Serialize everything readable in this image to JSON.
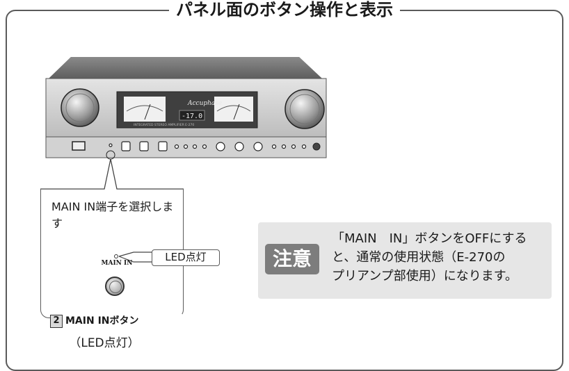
{
  "title": "パネル面のボタン操作と表示",
  "device": {
    "brand": "Accuphase",
    "display_value": "-17.0",
    "model_caption": "INTEGRATED STEREO AMPLIFIER E-270"
  },
  "callout": {
    "text": "MAIN IN端子を選択します",
    "led_label": "LED点灯",
    "button_caption": "MAIN IN",
    "button_number": "2",
    "button_name": "MAIN INボタン",
    "led_note": "（LED点灯）"
  },
  "caution": {
    "badge": "注意",
    "lines": [
      "「MAIN　IN」ボタンをOFFにする",
      "と、通常の使用状態（E-270の",
      "プリアンプ部使用）になります。"
    ]
  },
  "colors": {
    "panel_silver": "#cfcfcf",
    "chassis_top": "#6e6e6e",
    "caution_bg": "#e6e6e6",
    "badge_bg": "#7d7d7d"
  }
}
